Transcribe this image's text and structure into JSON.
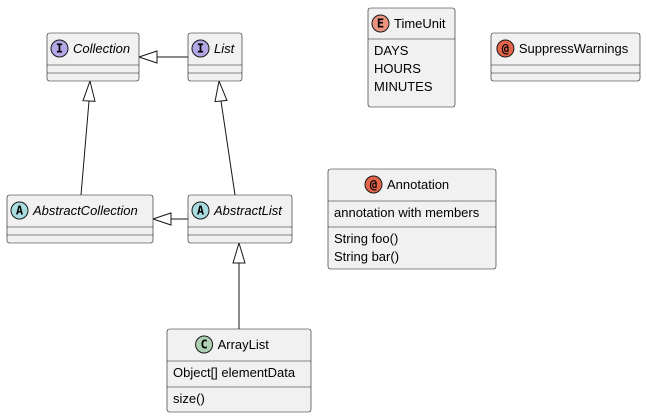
{
  "diagram": {
    "classes": [
      {
        "id": "collection",
        "name": "Collection",
        "kind": "interface",
        "badge": "I",
        "badge_color": "#B4A7E5",
        "italic": true,
        "attributes": [],
        "methods": []
      },
      {
        "id": "list",
        "name": "List",
        "kind": "interface",
        "badge": "I",
        "badge_color": "#B4A7E5",
        "italic": true,
        "attributes": [],
        "methods": []
      },
      {
        "id": "timeunit",
        "name": "TimeUnit",
        "kind": "enum",
        "badge": "E",
        "badge_color": "#EB937F",
        "italic": false,
        "attributes": [
          "DAYS",
          "HOURS",
          "MINUTES"
        ],
        "methods": []
      },
      {
        "id": "suppresswarnings",
        "name": "SuppressWarnings",
        "kind": "annotation",
        "badge": "@",
        "badge_color": "#E3664A",
        "italic": false,
        "attributes": [],
        "methods": []
      },
      {
        "id": "abstractcollection",
        "name": "AbstractCollection",
        "kind": "abstract",
        "badge": "A",
        "badge_color": "#A9DCDF",
        "italic": true,
        "attributes": [],
        "methods": []
      },
      {
        "id": "abstractlist",
        "name": "AbstractList",
        "kind": "abstract",
        "badge": "A",
        "badge_color": "#A9DCDF",
        "italic": true,
        "attributes": [],
        "methods": []
      },
      {
        "id": "annotation",
        "name": "Annotation",
        "kind": "annotation",
        "badge": "@",
        "badge_color": "#E3664A",
        "italic": false,
        "attributes": [
          "annotation with members"
        ],
        "methods": [
          "String foo()",
          "String bar()"
        ]
      },
      {
        "id": "arraylist",
        "name": "ArrayList",
        "kind": "class",
        "badge": "C",
        "badge_color": "#ADD1B2",
        "italic": false,
        "attributes": [
          "Object[] elementData"
        ],
        "methods": [
          "size()"
        ]
      }
    ],
    "relations": [
      {
        "from": "list",
        "to": "collection",
        "type": "extends"
      },
      {
        "from": "abstractcollection",
        "to": "collection",
        "type": "implements"
      },
      {
        "from": "abstractlist",
        "to": "list",
        "type": "implements"
      },
      {
        "from": "abstractlist",
        "to": "abstractcollection",
        "type": "extends"
      },
      {
        "from": "arraylist",
        "to": "abstractlist",
        "type": "extends"
      }
    ]
  }
}
